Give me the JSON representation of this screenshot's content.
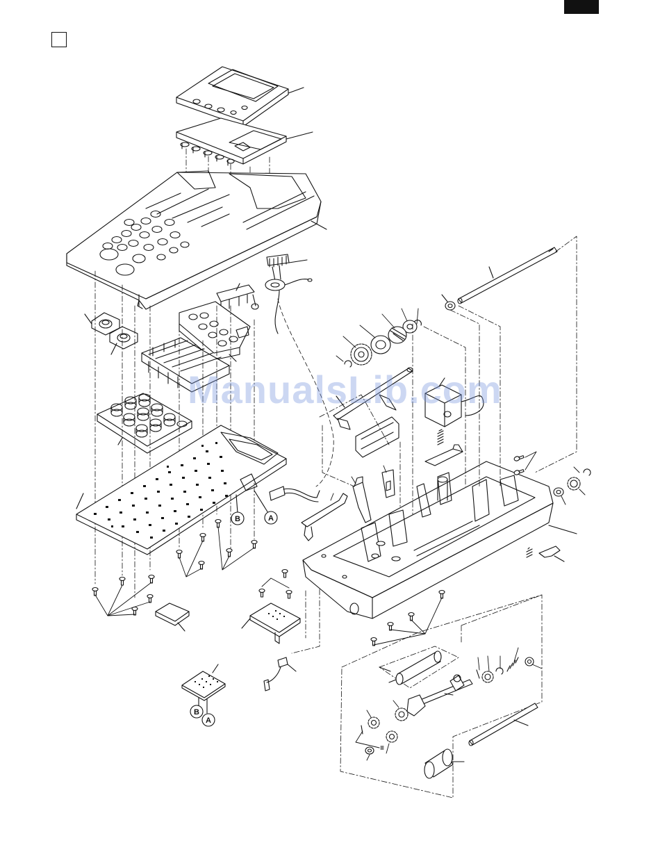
{
  "callouts": {
    "b_main": "B",
    "a_main": "A",
    "b_sub": "B",
    "a_sub": "A"
  },
  "watermark": {
    "text": "ManualsLib.com",
    "color": "#7896dc"
  },
  "colors": {
    "line": "#111111",
    "corner_tab": "#111111"
  }
}
